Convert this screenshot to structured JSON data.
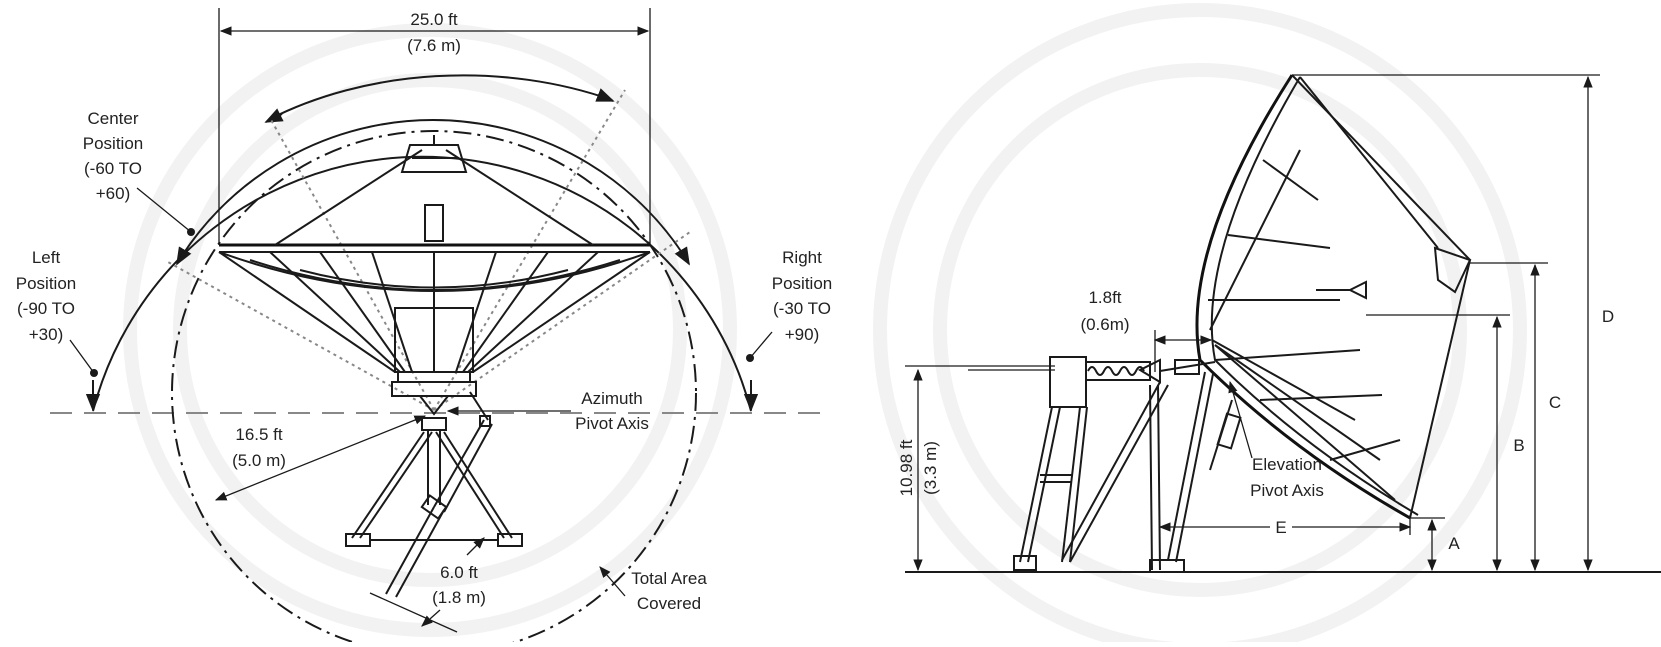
{
  "front_view": {
    "width_dim": {
      "ft": "25.0 ft",
      "m": "(7.6 m)"
    },
    "center_position": {
      "line1": "Center",
      "line2": "Position",
      "line3": "(-60 TO",
      "line4": "+60)"
    },
    "left_position": {
      "line1": "Left",
      "line2": "Position",
      "line3": "(-90 TO",
      "line4": "+30)"
    },
    "right_position": {
      "line1": "Right",
      "line2": "Position",
      "line3": "(-30 TO",
      "line4": "+90)"
    },
    "azimuth": {
      "line1": "Azimuth",
      "line2": "Pivot Axis"
    },
    "radius_dim": {
      "ft": "16.5 ft",
      "m": "(5.0 m)"
    },
    "base_dim": {
      "ft": "6.0 ft",
      "m": "(1.8 m)"
    },
    "total_area": {
      "line1": "Total Area",
      "line2": "Covered"
    }
  },
  "side_view": {
    "offset_dim": {
      "ft": "1.8ft",
      "m": "(0.6m)"
    },
    "height_dim": {
      "ft": "10.98 ft",
      "m": "(3.3 m)"
    },
    "elevation": {
      "line1": "Elevation",
      "line2": "Pivot Axis"
    },
    "labels": {
      "a": "A",
      "b": "B",
      "c": "C",
      "d": "D",
      "e": "E"
    }
  },
  "colors": {
    "line": "#1a1a1a",
    "construction": "#888888",
    "background": "#ffffff"
  }
}
